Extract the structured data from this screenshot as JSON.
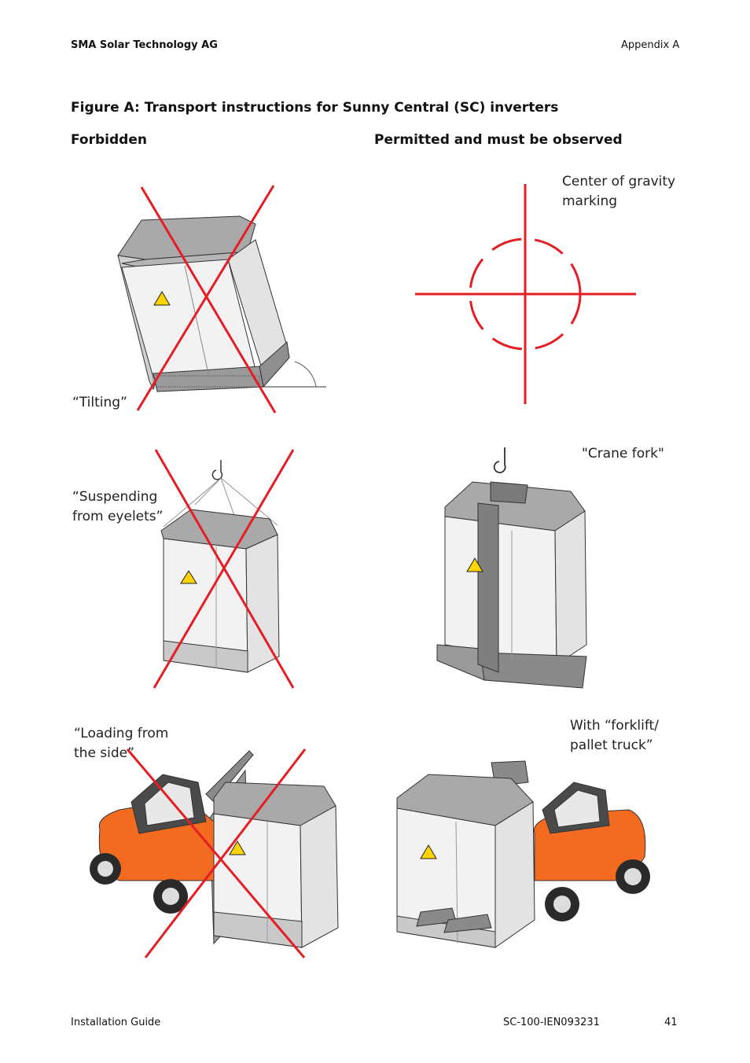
{
  "header": {
    "company": "SMA Solar Technology AG",
    "section": "Appendix A"
  },
  "figure": {
    "title": "Figure A: Transport instructions for Sunny Central (SC) inverters",
    "col_forbidden": "Forbidden",
    "col_permitted": "Permitted and must be observed"
  },
  "labels": {
    "cog_line1": "Center of gravity",
    "cog_line2": "marking",
    "tilting": "“Tilting”",
    "suspending_line1": "“Suspending",
    "suspending_line2": "from eyelets”",
    "crane_fork": "\"Crane fork\"",
    "loading_line1": "“Loading from",
    "loading_line2": "the side”",
    "forklift_line1": "With “forklift/",
    "forklift_line2": "pallet truck”"
  },
  "footer": {
    "doc_type": "Installation Guide",
    "doc_id": "SC-100-IEN093231",
    "page": "41"
  },
  "colors": {
    "forbidden_red": "#e31e24",
    "forklift_orange": "#f26b21",
    "cabinet_gray": "#a9a9a9",
    "warning_yellow": "#ffd400"
  },
  "icons": [
    "warning-triangle-icon",
    "crane-hook-icon",
    "center-of-gravity-icon",
    "forbidden-cross-icon"
  ]
}
